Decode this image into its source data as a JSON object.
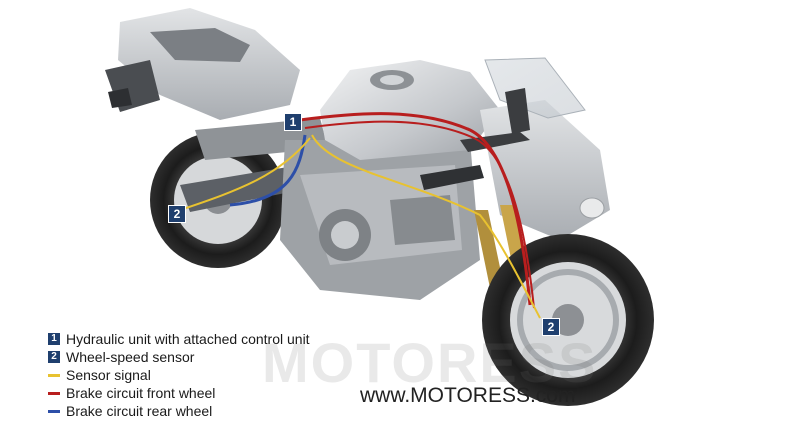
{
  "colors": {
    "badge": "#1f3f6e",
    "sensor_signal": "#e8c230",
    "brake_front": "#b81e1e",
    "brake_rear": "#2d4fa8"
  },
  "callouts": {
    "hydraulic_unit": "1",
    "rear_wheel_sensor": "2",
    "front_wheel_sensor": "2"
  },
  "legend": [
    {
      "marker": "1",
      "label": "Hydraulic unit with attached control unit"
    },
    {
      "marker": "2",
      "label": "Wheel-speed sensor"
    },
    {
      "marker": "",
      "label": "Sensor signal"
    },
    {
      "marker": "",
      "label": "Brake circuit front wheel"
    },
    {
      "marker": "",
      "label": "Brake circuit rear wheel"
    }
  ],
  "watermark_text": "MOTORESS",
  "site_url": "www.MOTORESS.com"
}
